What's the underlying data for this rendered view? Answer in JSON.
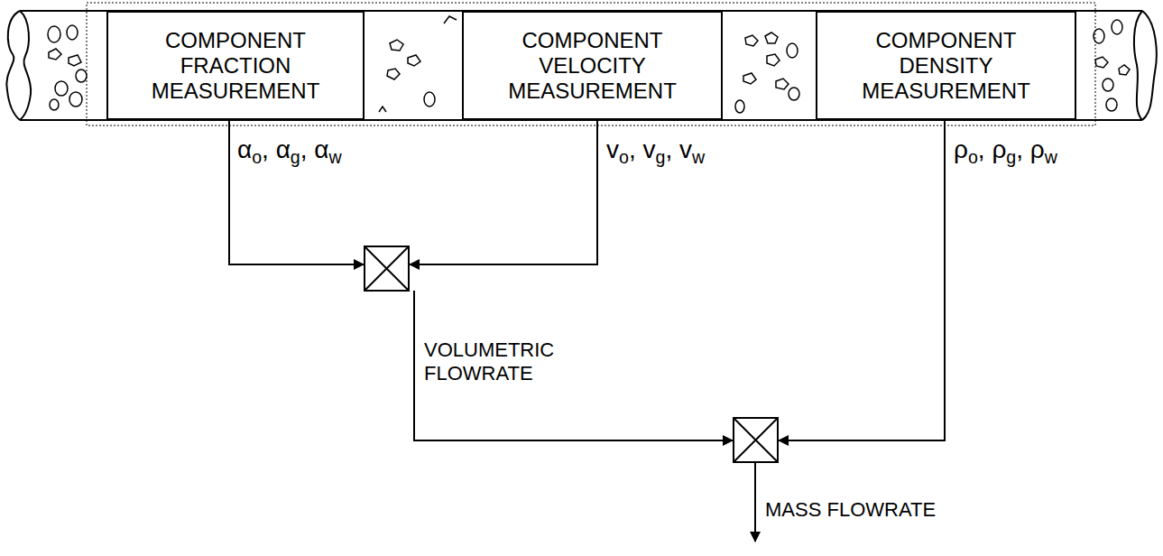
{
  "diagram": {
    "nodes": [
      {
        "text": [
          "COMPONENT FRACTION MEASUREMENT"
        ]
      },
      {
        "text": [
          "COMPONENT VELOCITY MEASUREMENT"
        ]
      },
      {
        "text": [
          "COMPONENT DENSITY MEASUREMENT"
        ]
      }
    ],
    "labels": [
      "αo, αg, αw",
      "vo, vg, vw",
      "ρo, ρg, ρw",
      "VOLUMETRIC FLOWRATE",
      "MASS FLOWRATE"
    ]
  }
}
